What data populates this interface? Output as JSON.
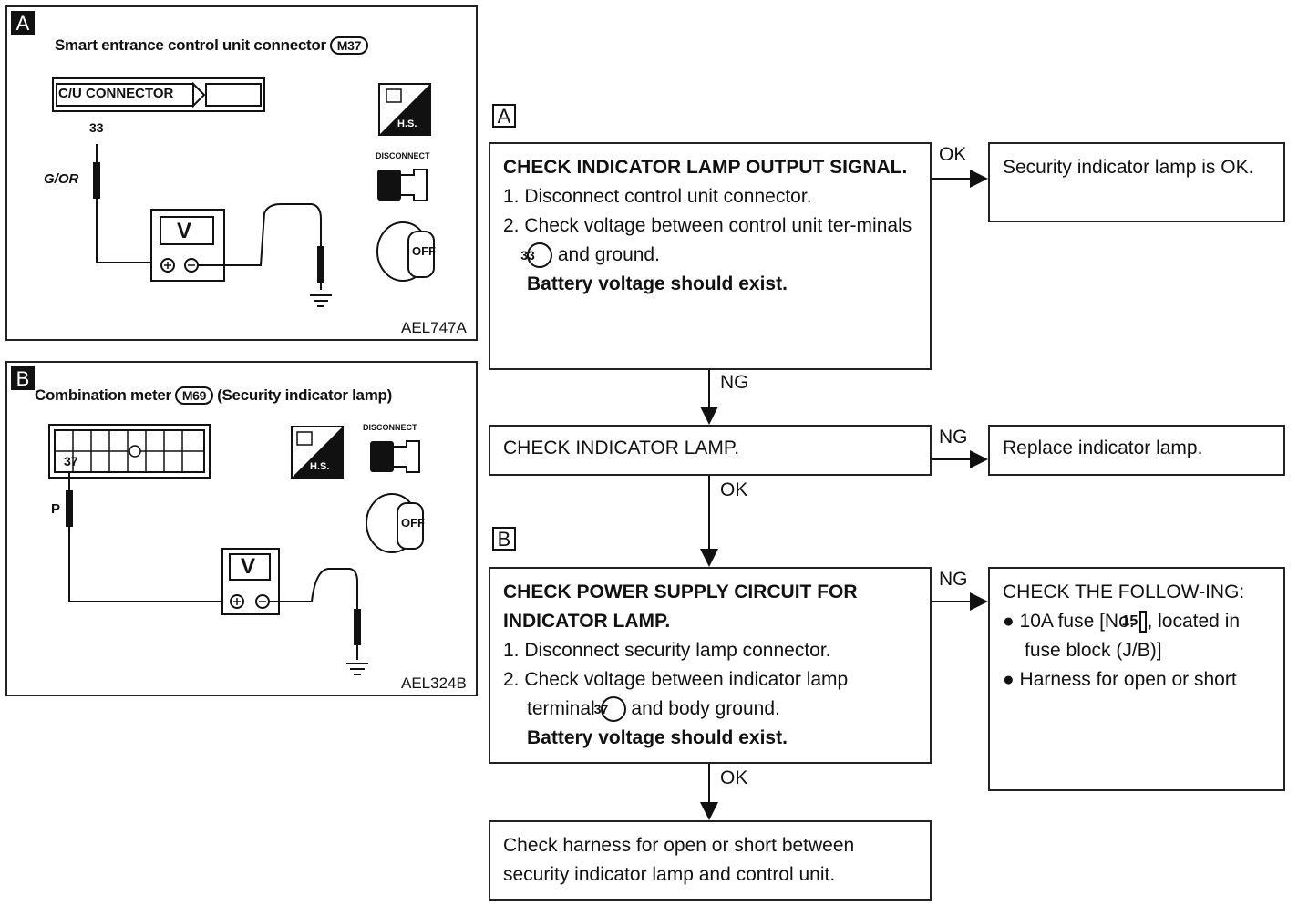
{
  "panel_a": {
    "tag": "A",
    "title_pre": "Smart entrance control unit connector",
    "connector_code": "M37",
    "connector_label": "C/U CONNECTOR",
    "terminal": "33",
    "wire_color": "G/OR",
    "meter": "V",
    "hs_label": "H.S.",
    "disconnect_label": "DISCONNECT",
    "off_label": "OFF",
    "figure_code": "AEL747A"
  },
  "panel_b": {
    "tag": "B",
    "title_pre": "Combination meter",
    "connector_code": "M69",
    "title_post": "(Security indicator lamp)",
    "terminal": "37",
    "wire_color": "P",
    "meter": "V",
    "hs_label": "H.S.",
    "disconnect_label": "DISCONNECT",
    "off_label": "OFF",
    "figure_code": "AEL324B"
  },
  "flow": {
    "tag_a": "A",
    "tag_b": "B",
    "step1": {
      "title": "CHECK INDICATOR LAMP OUTPUT SIGNAL.",
      "item1": "1. Disconnect control unit connector.",
      "item2_pre": "2. Check voltage between control unit ter-minals",
      "item2_terminal": "33",
      "item2_post": "and ground.",
      "result": "Battery voltage should exist."
    },
    "step1_ok": "OK",
    "step1_ok_result": "Security indicator lamp is OK.",
    "step1_ng": "NG",
    "step2": {
      "title": "CHECK INDICATOR LAMP."
    },
    "step2_ng": "NG",
    "step2_ng_result": "Replace indicator lamp.",
    "step2_ok": "OK",
    "step3": {
      "title": "CHECK POWER SUPPLY CIRCUIT FOR INDICATOR LAMP.",
      "item1": "1. Disconnect security lamp connector.",
      "item2_pre": "2. Check voltage between indicator lamp terminal",
      "item2_terminal": "37",
      "item2_post": "and body ground.",
      "result": "Battery voltage should exist."
    },
    "step3_ng": "NG",
    "step3_ng_result": {
      "title": "CHECK THE FOLLOW-ING:",
      "bullet1_pre": "10A fuse [No.",
      "bullet1_fuse": "15",
      "bullet1_post": ", located in fuse block (J/B)]",
      "bullet2": "Harness for open or short"
    },
    "step3_ok": "OK",
    "step4": "Check harness for open or short between security indicator lamp and control unit."
  }
}
